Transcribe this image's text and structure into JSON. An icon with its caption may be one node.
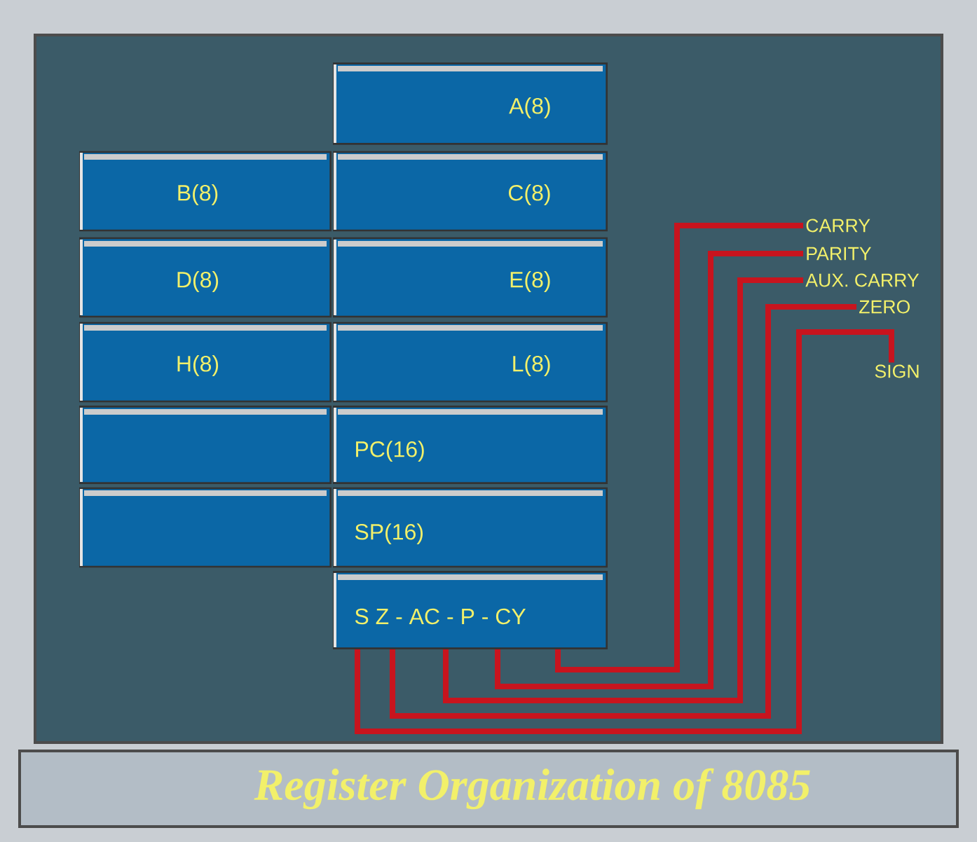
{
  "diagram": {
    "caption": "Register Organization of 8085",
    "nodes": [
      {
        "text": [
          "A(8)"
        ]
      },
      {
        "text": [
          "B(8)"
        ]
      },
      {
        "text": [
          "C(8)"
        ]
      },
      {
        "text": [
          "D(8)"
        ]
      },
      {
        "text": [
          "E(8)"
        ]
      },
      {
        "text": [
          "H(8)"
        ]
      },
      {
        "text": [
          "L(8)"
        ]
      },
      {
        "text": [],
        "shape": "box"
      },
      {
        "text": [
          "PC(16)"
        ]
      },
      {
        "text": [],
        "shape": "box"
      },
      {
        "text": [
          "SP(16)"
        ]
      },
      {
        "text": [
          "S Z - AC - P - CY"
        ]
      },
      {
        "text": [
          "CARRY"
        ]
      },
      {
        "text": [
          "PARITY"
        ]
      },
      {
        "text": [
          "AUX. CARRY"
        ]
      },
      {
        "text": [
          "ZERO"
        ]
      },
      {
        "text": [
          "SIGN"
        ]
      }
    ],
    "edges": [
      {
        "from": 11,
        "to": 12,
        "arrow": "none"
      },
      {
        "from": 11,
        "to": 13,
        "arrow": "none"
      },
      {
        "from": 11,
        "to": 14,
        "arrow": "none"
      },
      {
        "from": 11,
        "to": 15,
        "arrow": "none"
      },
      {
        "from": 11,
        "to": 16,
        "arrow": "none"
      }
    ]
  }
}
